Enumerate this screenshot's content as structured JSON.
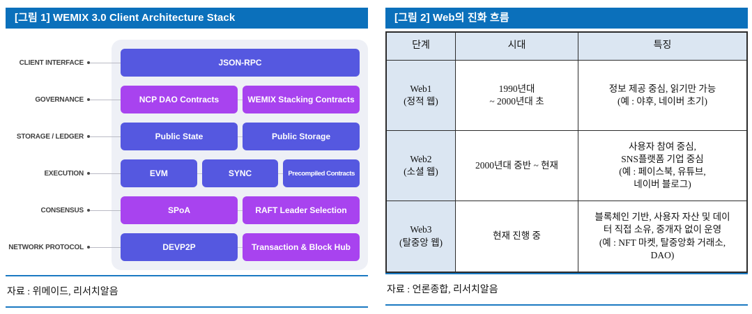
{
  "colors": {
    "header_bar": "#0b70bb",
    "box_blue": "#5558e0",
    "box_purple": "#a843ef",
    "panel_bg": "#eef0f6",
    "table_header_bg": "#dbe6f2",
    "rule_blue": "#1a79c2"
  },
  "fig1": {
    "title": "[그림 1] WEMIX 3.0 Client Architecture Stack",
    "source": "자료 : 위메이드, 리서치알음",
    "rows": [
      {
        "label": "CLIENT INTERFACE",
        "boxes": [
          {
            "text": "JSON-RPC",
            "color": "#5558e0"
          }
        ]
      },
      {
        "label": "GOVERNANCE",
        "boxes": [
          {
            "text": "NCP DAO Contracts",
            "color": "#a843ef"
          },
          {
            "text": "WEMIX Stacking Contracts",
            "color": "#a843ef"
          }
        ]
      },
      {
        "label": "STORAGE / LEDGER",
        "boxes": [
          {
            "text": "Public State",
            "color": "#5558e0"
          },
          {
            "text": "Public Storage",
            "color": "#5558e0"
          }
        ]
      },
      {
        "label": "EXECUTION",
        "boxes": [
          {
            "text": "EVM",
            "color": "#5558e0"
          },
          {
            "text": "SYNC",
            "color": "#5558e0"
          },
          {
            "text": "Precompiled Contracts",
            "color": "#5558e0"
          }
        ]
      },
      {
        "label": "CONSENSUS",
        "boxes": [
          {
            "text": "SPoA",
            "color": "#a843ef"
          },
          {
            "text": "RAFT Leader Selection",
            "color": "#a843ef"
          }
        ]
      },
      {
        "label": "NETWORK PROTOCOL",
        "boxes": [
          {
            "text": "DEVP2P",
            "color": "#5558e0"
          },
          {
            "text": "Transaction & Block Hub",
            "color": "#a843ef"
          }
        ]
      }
    ]
  },
  "fig2": {
    "title": "[그림 2] Web의 진화 흐름",
    "source": "자료 : 언론종합, 리서치알음",
    "table": {
      "headers": [
        "단계",
        "시대",
        "특징"
      ],
      "rows": [
        {
          "stage": "Web1\n(정적 웹)",
          "era": "1990년대\n~ 2000년대 초",
          "features": "정보 제공 중심, 읽기만 가능\n(예 : 야후, 네이버 초기)"
        },
        {
          "stage": "Web2\n(소셜 웹)",
          "era": "2000년대 중반 ~ 현재",
          "features": "사용자 참여 중심,\nSNS플랫폼 기업 중심\n(예 : 페이스북, 유튜브,\n네이버 블로그)"
        },
        {
          "stage": "Web3\n(탈중앙 웹)",
          "era": "현재 진행 중",
          "features": "블록체인 기반, 사용자 자산 및 데이\n터 직접 소유, 중개자 없이 운영\n(예 : NFT 마켓, 탈중앙화 거래소,\nDAO)"
        }
      ]
    }
  }
}
